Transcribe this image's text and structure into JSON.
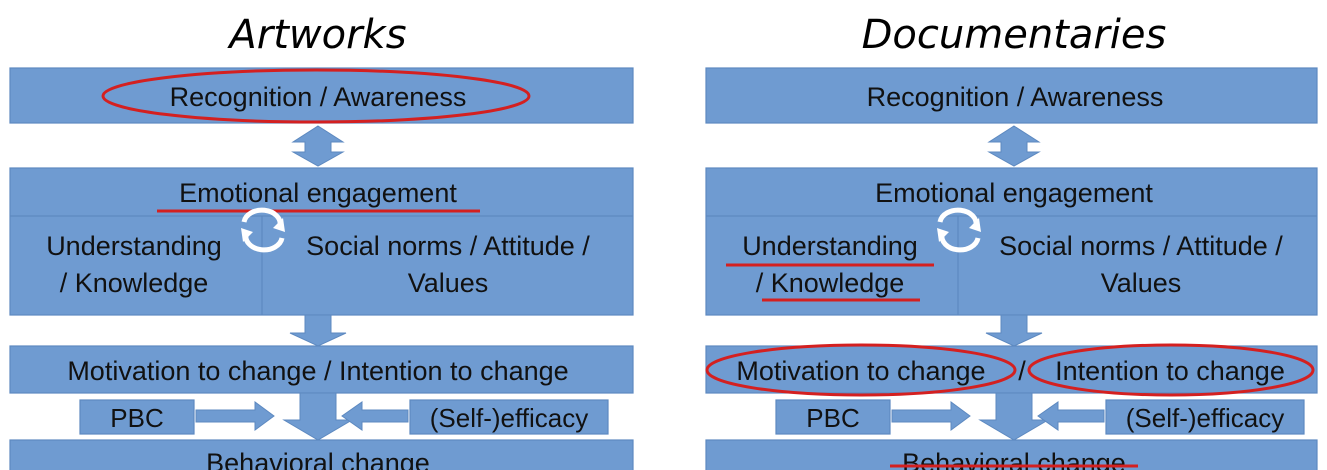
{
  "panels": [
    {
      "title": "Artworks",
      "recognition": "Recognition / Awareness",
      "emotional": "Emotional engagement",
      "understanding_line1": "Understanding",
      "understanding_line2": "/ Knowledge",
      "social_line1": "Social norms / Attitude /",
      "social_line2": "Values",
      "motivation": "Motivation to change / Intention to change",
      "pbc": "PBC",
      "self_efficacy": "(Self-)efficacy",
      "behavioral": "Behavioral change"
    },
    {
      "title": "Documentaries",
      "recognition": "Recognition / Awareness",
      "emotional": "Emotional engagement",
      "understanding_line1": "Understanding",
      "understanding_line2": "/ Knowledge",
      "social_line1": "Social norms / Attitude /",
      "social_line2": "Values",
      "motivation_part1": "Motivation to change",
      "motivation_sep": "/",
      "motivation_part2": "Intention to change",
      "pbc": "PBC",
      "self_efficacy": "(Self-)efficacy",
      "behavioral": "Behavioral change"
    }
  ],
  "colors": {
    "box_fill": "#6f9bd1",
    "highlight_red": "#d42020",
    "cycle_icon": "#ffffff"
  }
}
